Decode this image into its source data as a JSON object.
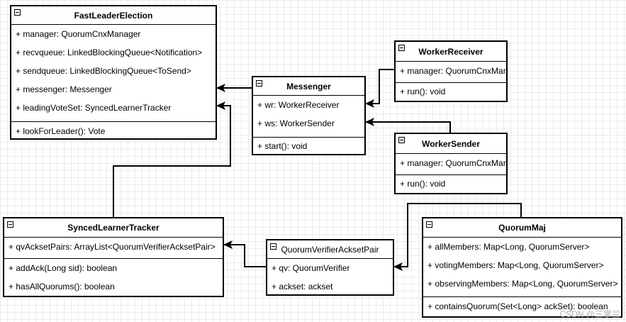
{
  "classes": {
    "fast_leader_election": {
      "name": "FastLeaderElection",
      "fields": [
        "+ manager: QuorumCnxManager",
        "+ recvqueue: LinkedBlockingQueue<Notification>",
        "+ sendqueue: LinkedBlockingQueue<ToSend>",
        "+ messenger: Messenger",
        "+ leadingVoteSet: SyncedLearnerTracker"
      ],
      "methods": [
        "+ lookForLeader(): Vote"
      ]
    },
    "messenger": {
      "name": "Messenger",
      "fields": [
        "+ wr: WorkerReceiver",
        "+ ws: WorkerSender"
      ],
      "methods": [
        "+ start(): void"
      ]
    },
    "worker_receiver": {
      "name": "WorkerReceiver",
      "fields": [
        "+ manager: QuorumCnxMar"
      ],
      "methods": [
        "+ run(): void"
      ]
    },
    "worker_sender": {
      "name": "WorkerSender",
      "fields": [
        "+ manager: QuorumCnxMar"
      ],
      "methods": [
        "+ run(): void"
      ]
    },
    "synced_learner_tracker": {
      "name": "SyncedLearnerTracker",
      "fields": [
        "+ qvAcksetPairs: ArrayList<QuorumVerifierAcksetPair>"
      ],
      "methods": [
        "+ addAck(Long sid): boolean",
        "+ hasAllQuorums(): boolean"
      ]
    },
    "quorum_verifier_ackset_pair": {
      "name": "QuorumVerifierAcksetPair",
      "fields": [
        "+ qv: QuorumVerifier",
        "+ ackset: ackset"
      ],
      "methods": []
    },
    "quorum_maj": {
      "name": "QuorumMaj",
      "fields": [
        "+ allMembers: Map<Long, QuorumServer>",
        "+ votingMembers: Map<Long, QuorumServer>",
        "+ observingMembers: Map<Long, QuorumServer>"
      ],
      "methods": [
        "+ containsQuorum(Set<Long> ackSet): boolean"
      ]
    }
  },
  "watermark": "CSDN @三掌兰"
}
